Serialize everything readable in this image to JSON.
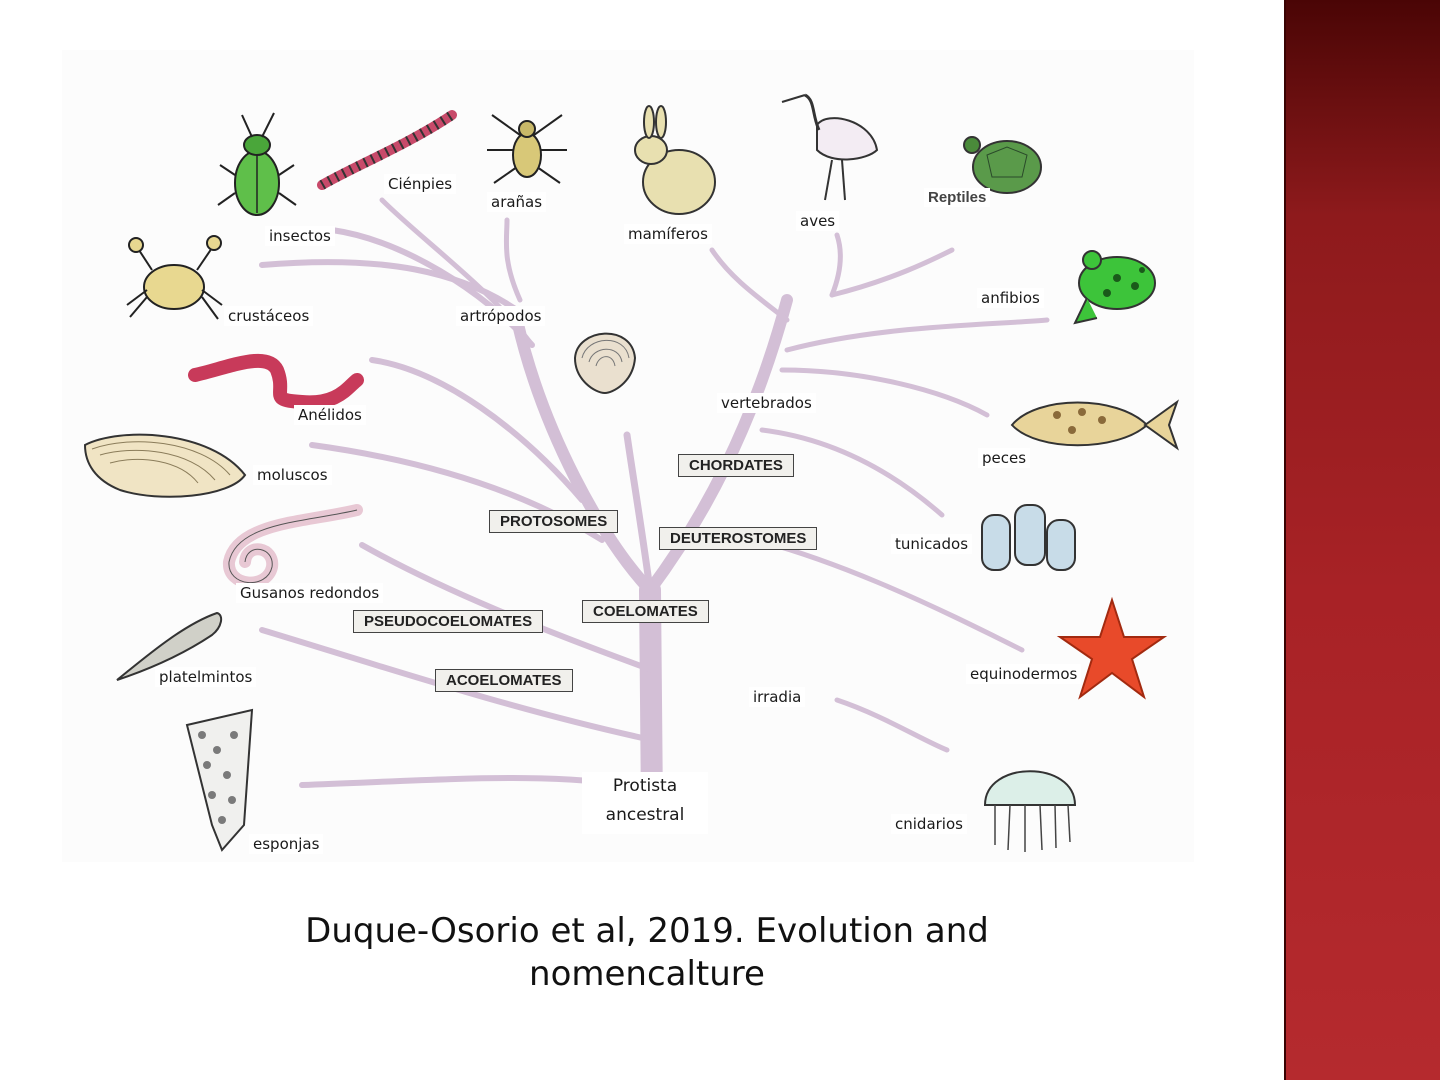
{
  "colors": {
    "branch": "#d3bfd6",
    "accent_bar": "#a82226",
    "background": "#ffffff"
  },
  "tree": {
    "groups": {
      "protosomes": "PROTOSOMES",
      "deuterostomes": "DEUTEROSTOMES",
      "chordates": "CHORDATES",
      "coelomates": "COELOMATES",
      "pseudocoelomates": "PSEUDOCOELOMATES",
      "acoelomates": "ACOELOMATES"
    },
    "taxa": {
      "insectos": "insectos",
      "cienpies": "Ciénpies",
      "aranas": "arañas",
      "crustaceos": "crustáceos",
      "artropodos": "artrópodos",
      "anelidos": "Anélidos",
      "moluscos": "moluscos",
      "gusanos": "Gusanos redondos",
      "platelmintos": "platelmintos",
      "esponjas": "esponjas",
      "mamiferos": "mamíferos",
      "aves": "aves",
      "reptiles": "Reptiles",
      "anfibios": "anfibios",
      "vertebrados": "vertebrados",
      "peces": "peces",
      "tunicados": "tunicados",
      "equinodermos": "equinodermos",
      "irradia": "irradia",
      "cnidarios": "cnidarios"
    },
    "root_line1": "Protista",
    "root_line2": "ancestral"
  },
  "caption_line1": "Duque-Osorio et al, 2019. Evolution and",
  "caption_line2": "nomencalture"
}
